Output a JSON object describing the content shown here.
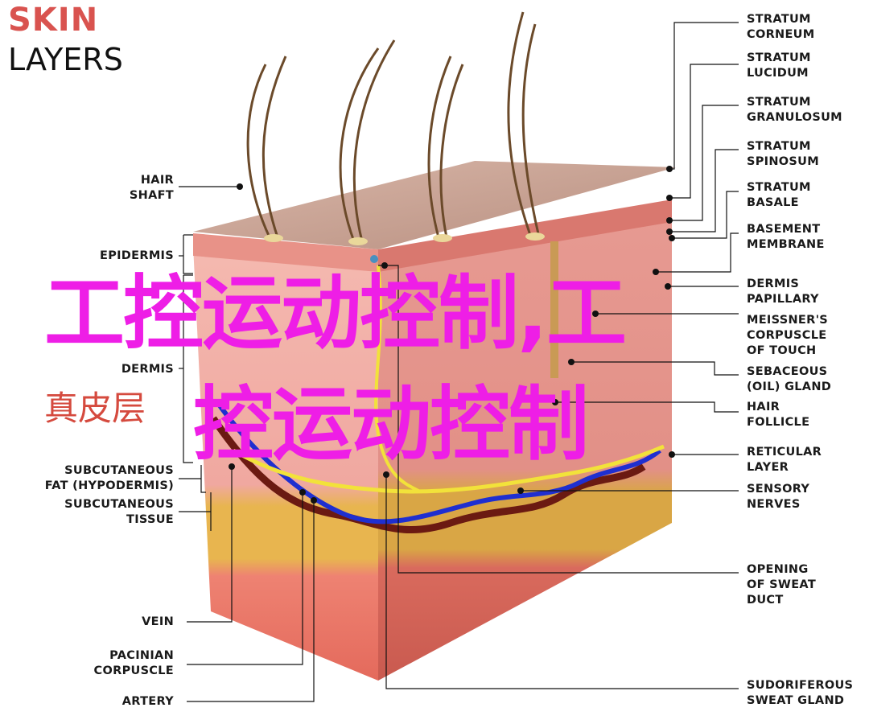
{
  "title": {
    "line1": "SKIN",
    "line2": "LAYERS"
  },
  "labels_left": {
    "hair_shaft": [
      "HAIR",
      "SHAFT"
    ],
    "epidermis": [
      "EPIDERMIS"
    ],
    "dermis": [
      "DERMIS"
    ],
    "dermis_zh": "真皮层",
    "subcutaneous_fat": [
      "SUBCUTANEOUS",
      "FAT (HYPODERMIS)"
    ],
    "subcutaneous_tissue": [
      "SUBCUTANEOUS",
      "TISSUE"
    ],
    "vein": [
      "VEIN"
    ],
    "pacinian": [
      "PACINIAN",
      "CORPUSCLE"
    ],
    "artery": [
      "ARTERY"
    ]
  },
  "labels_right": {
    "stratum_corneum": [
      "STRATUM",
      "CORNEUM"
    ],
    "stratum_lucidum": [
      "STRATUM",
      "LUCIDUM"
    ],
    "stratum_granulosum": [
      "STRATUM",
      "GRANULOSUM"
    ],
    "stratum_spinosum": [
      "STRATUM",
      "SPINOSUM"
    ],
    "stratum_basale": [
      "STRATUM",
      "BASALE"
    ],
    "basement_membrane": [
      "BASEMENT",
      "MEMBRANE"
    ],
    "dermis_papillary": [
      "DERMIS",
      "PAPILLARY"
    ],
    "meissner": [
      "MEISSNER'S",
      "CORPUSCLE",
      "OF TOUCH"
    ],
    "sebaceous": [
      "SEBACEOUS",
      "(OIL) GLAND"
    ],
    "hair_follicle": [
      "HAIR",
      "FOLLICLE"
    ],
    "reticular": [
      "RETICULAR",
      "LAYER"
    ],
    "sensory": [
      "SENSORY",
      "NERVES"
    ],
    "sweat_duct": [
      "OPENING",
      "OF SWEAT",
      "DUCT"
    ],
    "sudoriferous": [
      "SUDORIFEROUS",
      "SWEAT GLAND"
    ]
  },
  "overlay": {
    "line1": "工控运动控制,工",
    "line2": "控运动控制"
  },
  "colors": {
    "epidermis_top": "#c9a596",
    "dermis": "#f0a8a0",
    "fat": "#e8b54f",
    "tissue": "#e87467",
    "vein": "#1f2fd0",
    "artery": "#6b1a12",
    "nerve": "#f2e23a",
    "overlay": "#ee1ee6",
    "title_accent": "#d9534f"
  }
}
